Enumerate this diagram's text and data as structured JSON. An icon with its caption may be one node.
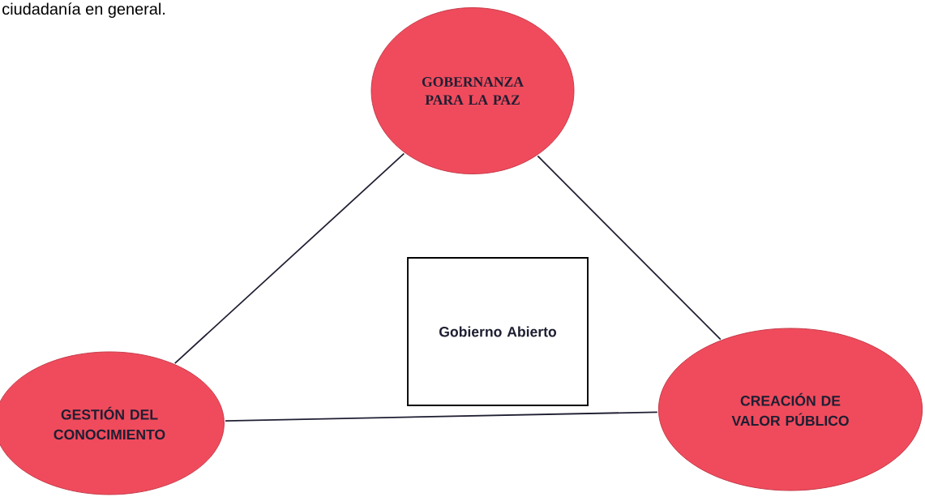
{
  "diagram": {
    "nodes": [
      {
        "text": [
          "GOBERNANZA PARA LA PAZ"
        ]
      },
      {
        "text": [
          "Gobierno Abierto"
        ]
      },
      {
        "text": [
          "GESTIÓN DEL CONOCIMIENTO"
        ]
      },
      {
        "text": [
          "CREACIÓN DE VALOR PÚBLICO"
        ]
      }
    ],
    "edges": [
      {
        "from": 0,
        "to": 2,
        "arrow": "none"
      },
      {
        "from": 0,
        "to": 3,
        "arrow": "none"
      },
      {
        "from": 2,
        "to": 3,
        "arrow": "none"
      }
    ],
    "labels": [
      "ciudadanía en general."
    ]
  }
}
